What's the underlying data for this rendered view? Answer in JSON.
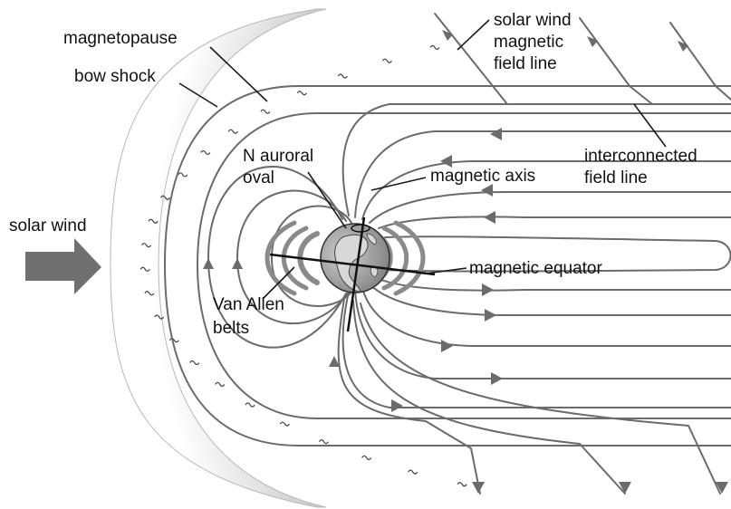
{
  "labels": {
    "magnetopause": "magnetopause",
    "bow_shock": "bow shock",
    "solar_wind": "solar wind",
    "sw_field_line_1": "solar wind",
    "sw_field_line_2": "magnetic",
    "sw_field_line_3": "field line",
    "interconnected_1": "interconnected",
    "interconnected_2": "field line",
    "n_auroral_1": "N auroral",
    "n_auroral_2": "oval",
    "magnetic_axis": "magnetic axis",
    "magnetic_equator": "magnetic equator",
    "van_allen_1": "Van Allen",
    "van_allen_2": "belts"
  },
  "icons": {
    "solar_wind_arrow": "right-arrow-icon",
    "earth": "globe-icon"
  },
  "colors": {
    "field_line": "#6b6b6b",
    "shock_shade": "#d4d4d4",
    "solar_arrow": "#707070",
    "belt": "#8a8a8a",
    "earth": "#9a9a9a",
    "text": "#111111"
  }
}
